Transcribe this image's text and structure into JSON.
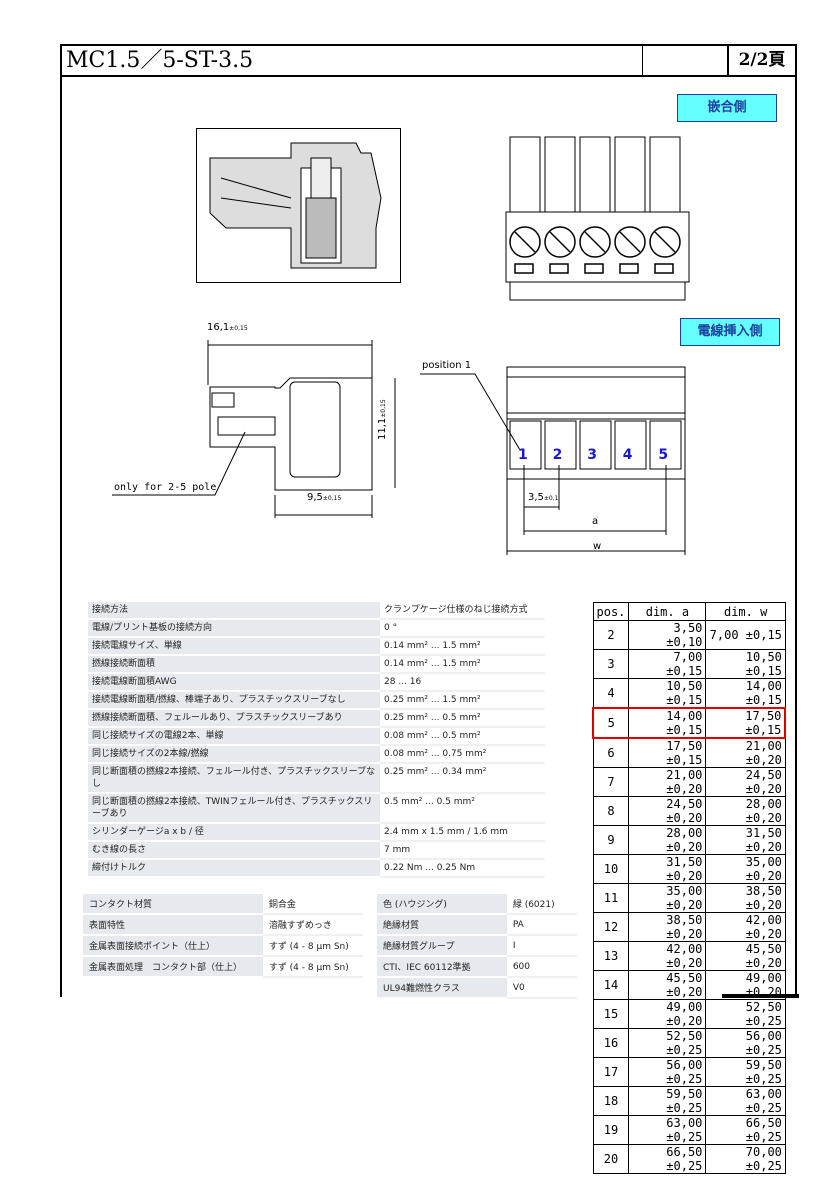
{
  "header": {
    "title": "MC1.5／5-ST-3.5",
    "page": "2/2頁"
  },
  "tags": {
    "mating_side": "嵌合側",
    "wire_side": "電線挿入側"
  },
  "drawing": {
    "dim_length": "16,1",
    "dim_length_tol": "±0,15",
    "dim_height": "11,1",
    "dim_height_tol": "±0,15",
    "dim_depth": "9,5",
    "dim_depth_tol": "±0,15",
    "note": "only for 2-5 pole",
    "position_label": "position 1",
    "pitch": "3,5",
    "pitch_tol": "±0,1",
    "dim_a": "a",
    "dim_w": "w",
    "positions": [
      "1",
      "2",
      "3",
      "4",
      "5"
    ]
  },
  "spec_table": [
    {
      "label": "接続方法",
      "value": "クランプケージ仕様のねじ接続方式"
    },
    {
      "label": "電線/プリント基板の接続方向",
      "value": "0 °"
    },
    {
      "label": "接続電線サイズ、単線",
      "value": "0.14 mm² ... 1.5 mm²"
    },
    {
      "label": "撚線接続断面積",
      "value": "0.14 mm² ... 1.5 mm²"
    },
    {
      "label": "接続電線断面積AWG",
      "value": "28 ... 16"
    },
    {
      "label": "接続電線断面積/撚線、棒端子あり、プラスチックスリーブなし",
      "value": "0.25 mm² ... 1.5 mm²"
    },
    {
      "label": "撚線接続断面積、フェルールあり、プラスチックスリーブあり",
      "value": "0.25 mm² ... 0.5 mm²"
    },
    {
      "label": "同じ接続サイズの電線2本、単線",
      "value": "0.08 mm² ... 0.5 mm²"
    },
    {
      "label": "同じ接続サイズの2本線/撚線",
      "value": "0.08 mm² ... 0.75 mm²"
    },
    {
      "label": "同じ断面積の撚線2本接続、フェルール付き、プラスチックスリーブなし",
      "value": "0.25 mm² ... 0.34 mm²"
    },
    {
      "label": "同じ断面積の撚線2本接続、TWINフェルール付き、プラスチックスリーブあり",
      "value": "0.5 mm² ... 0.5 mm²"
    },
    {
      "label": "シリンダーゲージa x b / 径",
      "value": "2.4 mm x 1.5 mm / 1.6 mm"
    },
    {
      "label": "むき線の長さ",
      "value": "7 mm"
    },
    {
      "label": "締付けトルク",
      "value": "0.22 Nm ... 0.25 Nm"
    }
  ],
  "material_left": [
    {
      "label": "コンタクト材質",
      "value": "銅合金"
    },
    {
      "label": "表面特性",
      "value": "溶融すずめっき"
    },
    {
      "label": "金属表面接続ポイント（仕上）",
      "value": "すず (4 - 8 µm Sn)"
    },
    {
      "label": "金属表面処理　コンタクト部（仕上）",
      "value": "すず (4 - 8 µm Sn)"
    }
  ],
  "material_right": [
    {
      "label": "色 (ハウジング)",
      "value": "緑 (6021)"
    },
    {
      "label": "絶縁材質",
      "value": "PA"
    },
    {
      "label": "絶縁材質グループ",
      "value": "I"
    },
    {
      "label": "CTI、IEC 60112準拠",
      "value": "600"
    },
    {
      "label": "UL94難燃性クラス",
      "value": "V0"
    }
  ],
  "dim_table": {
    "headers": [
      "pos.",
      "dim. a",
      "dim. w"
    ],
    "highlight_pos": "5",
    "highlight_color": "#dd0000",
    "rows": [
      [
        "2",
        "3,50 ±0,10",
        "7,00 ±0,15"
      ],
      [
        "3",
        "7,00 ±0,15",
        "10,50 ±0,15"
      ],
      [
        "4",
        "10,50 ±0,15",
        "14,00 ±0,15"
      ],
      [
        "5",
        "14,00 ±0,15",
        "17,50 ±0,15"
      ],
      [
        "6",
        "17,50 ±0,15",
        "21,00 ±0,20"
      ],
      [
        "7",
        "21,00 ±0,20",
        "24,50 ±0,20"
      ],
      [
        "8",
        "24,50 ±0,20",
        "28,00 ±0,20"
      ],
      [
        "9",
        "28,00 ±0,20",
        "31,50 ±0,20"
      ],
      [
        "10",
        "31,50 ±0,20",
        "35,00 ±0,20"
      ],
      [
        "11",
        "35,00 ±0,20",
        "38,50 ±0,20"
      ],
      [
        "12",
        "38,50 ±0,20",
        "42,00 ±0,20"
      ],
      [
        "13",
        "42,00 ±0,20",
        "45,50 ±0,20"
      ],
      [
        "14",
        "45,50 ±0,20",
        "49,00 ±0,20"
      ],
      [
        "15",
        "49,00 ±0,20",
        "52,50 ±0,25"
      ],
      [
        "16",
        "52,50 ±0,25",
        "56,00 ±0,25"
      ],
      [
        "17",
        "56,00 ±0,25",
        "59,50 ±0,25"
      ],
      [
        "18",
        "59,50 ±0,25",
        "63,00 ±0,25"
      ],
      [
        "19",
        "63,00 ±0,25",
        "66,50 ±0,25"
      ],
      [
        "20",
        "66,50 ±0,25",
        "70,00 ±0,25"
      ]
    ]
  }
}
